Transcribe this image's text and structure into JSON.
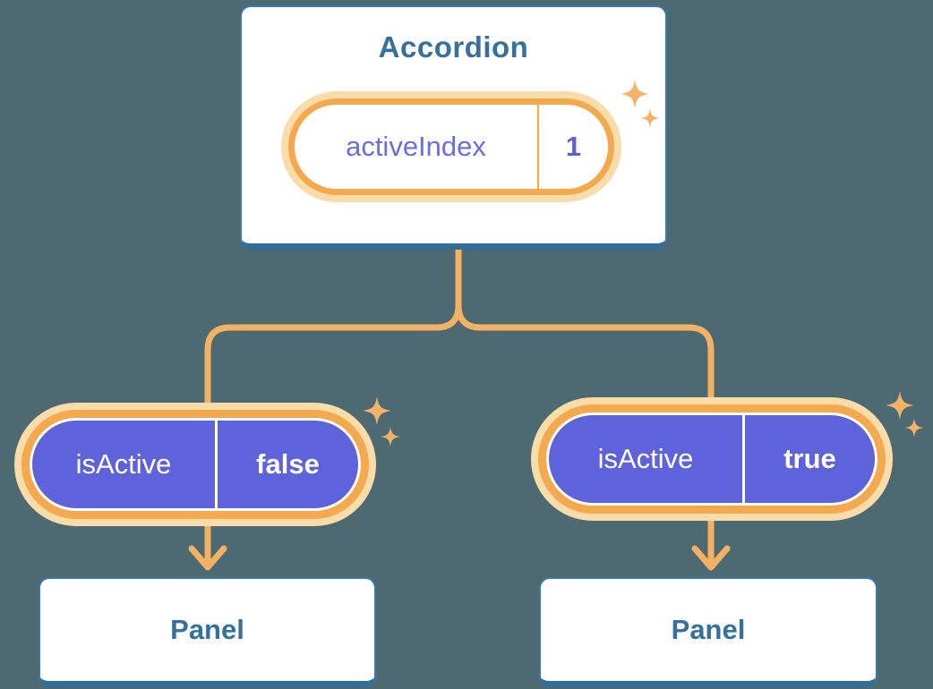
{
  "colors": {
    "background": "#4D6A72",
    "card_fill": "#FFFFFF",
    "card_border": "#3C79A8",
    "card_border_bottom": "#326D9C",
    "heading_text": "#35719C",
    "state_name_text": "#6A6FDF",
    "state_value_text": "#5B60DA",
    "pill_fill": "#5E63DB",
    "pill_text": "#FFFFFF",
    "ring_orange": "#F5A94E",
    "ring_halo": "#F9DCA9",
    "connector": "#F3B164",
    "sparkle": "#F4B266"
  },
  "accordion": {
    "title": "Accordion",
    "state_pill": {
      "name": "activeIndex",
      "value": "1"
    }
  },
  "children": [
    {
      "state_pill": {
        "name": "isActive",
        "value": "false"
      },
      "panel": {
        "label": "Panel"
      }
    },
    {
      "state_pill": {
        "name": "isActive",
        "value": "true"
      },
      "panel": {
        "label": "Panel"
      }
    }
  ],
  "icons": {
    "sparkle": "four-point-star-sparkle"
  }
}
